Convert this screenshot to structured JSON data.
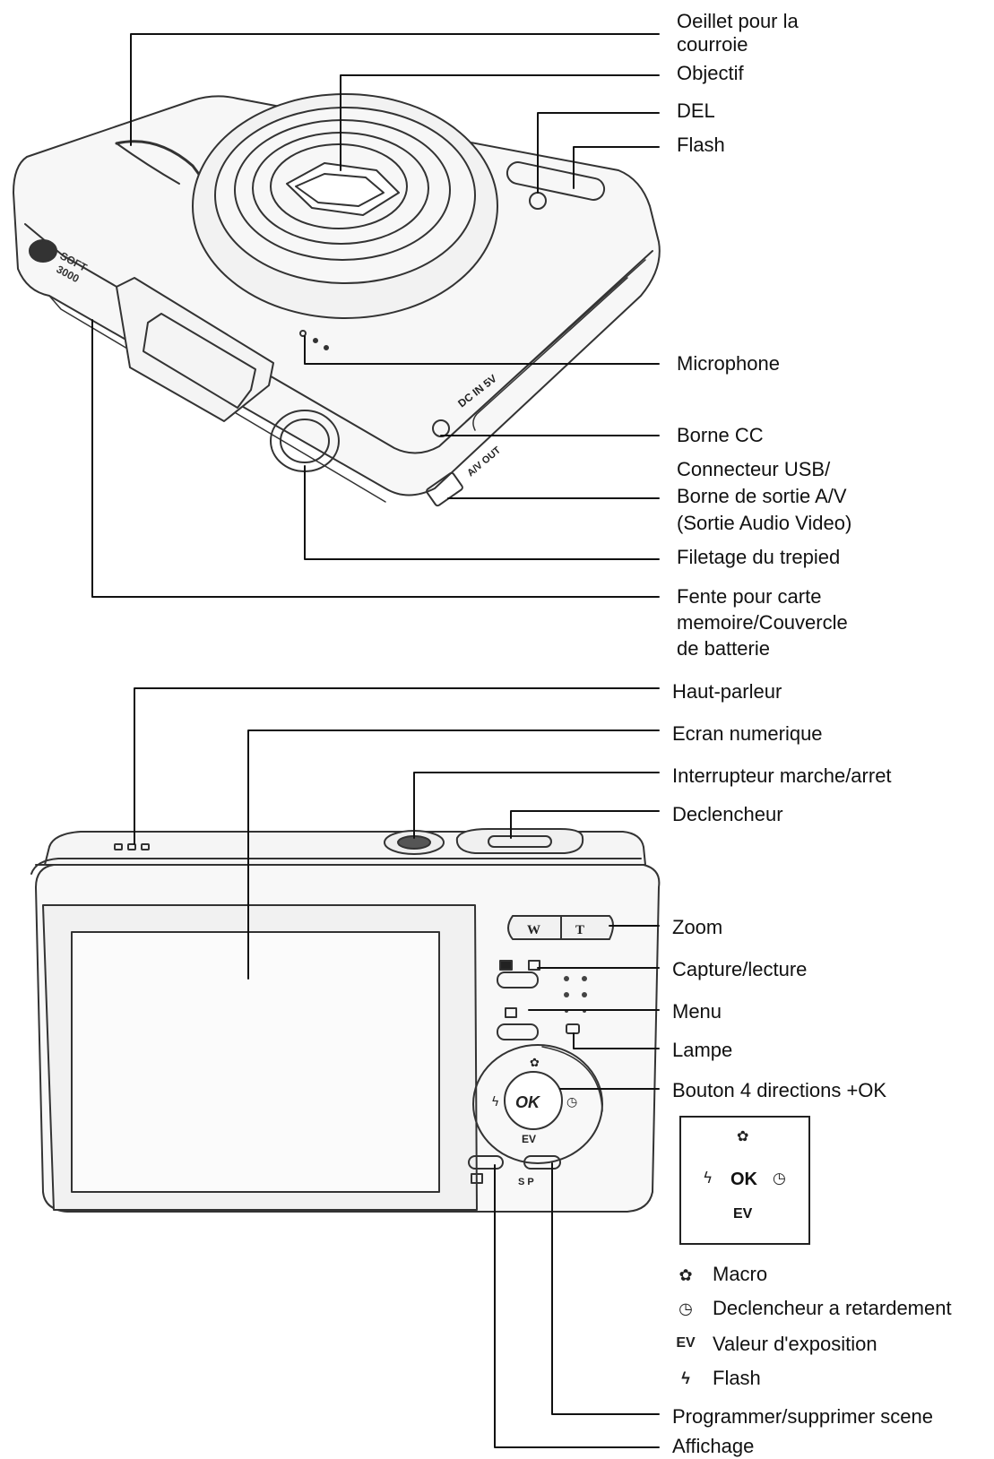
{
  "top_view_labels": {
    "strap_eyelet_line1": "Oeillet pour la",
    "strap_eyelet_line2": "courroie",
    "lens": "Objectif",
    "led": "DEL",
    "flash": "Flash",
    "microphone": "Microphone",
    "dc_terminal": "Borne CC",
    "usb_av_line1": "Connecteur USB/",
    "usb_av_line2": "Borne de sortie A/V",
    "usb_av_line3": "(Sortie Audio Video)",
    "tripod_socket": "Filetage du trepied",
    "card_slot_line1": "Fente pour carte",
    "card_slot_line2": "memoire/Couvercle",
    "card_slot_line3": "de batterie"
  },
  "back_view_labels": {
    "speaker": "Haut-parleur",
    "screen": "Ecran numerique",
    "power_switch": "Interrupteur marche/arret",
    "shutter": "Declencheur",
    "zoom": "Zoom",
    "capture_playback": "Capture/lecture",
    "menu": "Menu",
    "lamp": "Lampe",
    "dpad": "Bouton 4 directions +OK",
    "program_delete": "Programmer/supprimer scene",
    "display": "Affichage"
  },
  "camera_markings": {
    "dc_in": "DC IN 5V",
    "av_out": "A/V OUT",
    "zoom_w": "W",
    "zoom_t": "T",
    "ok": "OK",
    "ev": "EV",
    "sp": "S P"
  },
  "inset": {
    "ok": "OK",
    "ev": "EV"
  },
  "legend": [
    {
      "icon": "macro-icon",
      "glyph": "✿",
      "label": "Macro"
    },
    {
      "icon": "self-timer-icon",
      "glyph": "◷",
      "label": "Declencheur a retardement"
    },
    {
      "icon": "ev-icon",
      "glyph": "EV",
      "label": "Valeur d'exposition"
    },
    {
      "icon": "flash-icon",
      "glyph": "ϟ",
      "label": "Flash"
    }
  ]
}
